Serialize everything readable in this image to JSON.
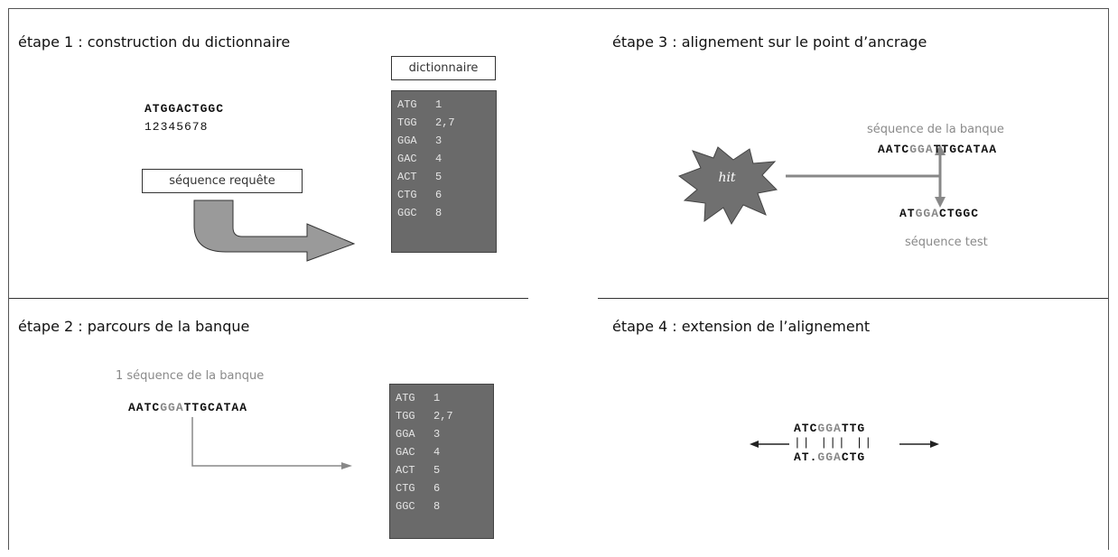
{
  "step1": {
    "title": "étape 1 : construction du dictionnaire",
    "sequence": "ATGGACTGGC",
    "positions": "12345678",
    "query_label": "séquence requête",
    "dict_label": "dictionnaire"
  },
  "step2": {
    "title": "étape 2 : parcours de la banque",
    "bank_label": "1 séquence de la banque",
    "bank_seq": {
      "pre": "AATC",
      "hl": "GGA",
      "post": "TTGCATAA"
    }
  },
  "step3": {
    "title": "étape 3 : alignement sur le point d’ancrage",
    "bank_label": "séquence de la banque",
    "bank_seq": {
      "pre": "AATC",
      "hl": "GGA",
      "post": "TTGCATAA"
    },
    "hit_label": "hit",
    "test_seq": {
      "pre": "AT",
      "hl": "GGA",
      "post": "CTGGC"
    },
    "test_label": "séquence test"
  },
  "step4": {
    "title": "étape 4 : extension de l’alignement",
    "top": {
      "pre": "ATC",
      "hl": "GGA",
      "post": "TTG"
    },
    "bars": "|| ||| ||",
    "bottom": {
      "pre": "AT.",
      "hl": "GGA",
      "post": "CTG"
    }
  },
  "dictionary": [
    {
      "kmer": "ATG",
      "pos": "1"
    },
    {
      "kmer": "TGG",
      "pos": "2,7"
    },
    {
      "kmer": "GGA",
      "pos": "3"
    },
    {
      "kmer": "GAC",
      "pos": "4"
    },
    {
      "kmer": "ACT",
      "pos": "5"
    },
    {
      "kmer": "CTG",
      "pos": "6"
    },
    {
      "kmer": "GGC",
      "pos": "8"
    }
  ],
  "colors": {
    "dict_bg": "#6a6a6a",
    "highlight": "#888888",
    "arrow": "#888888"
  }
}
